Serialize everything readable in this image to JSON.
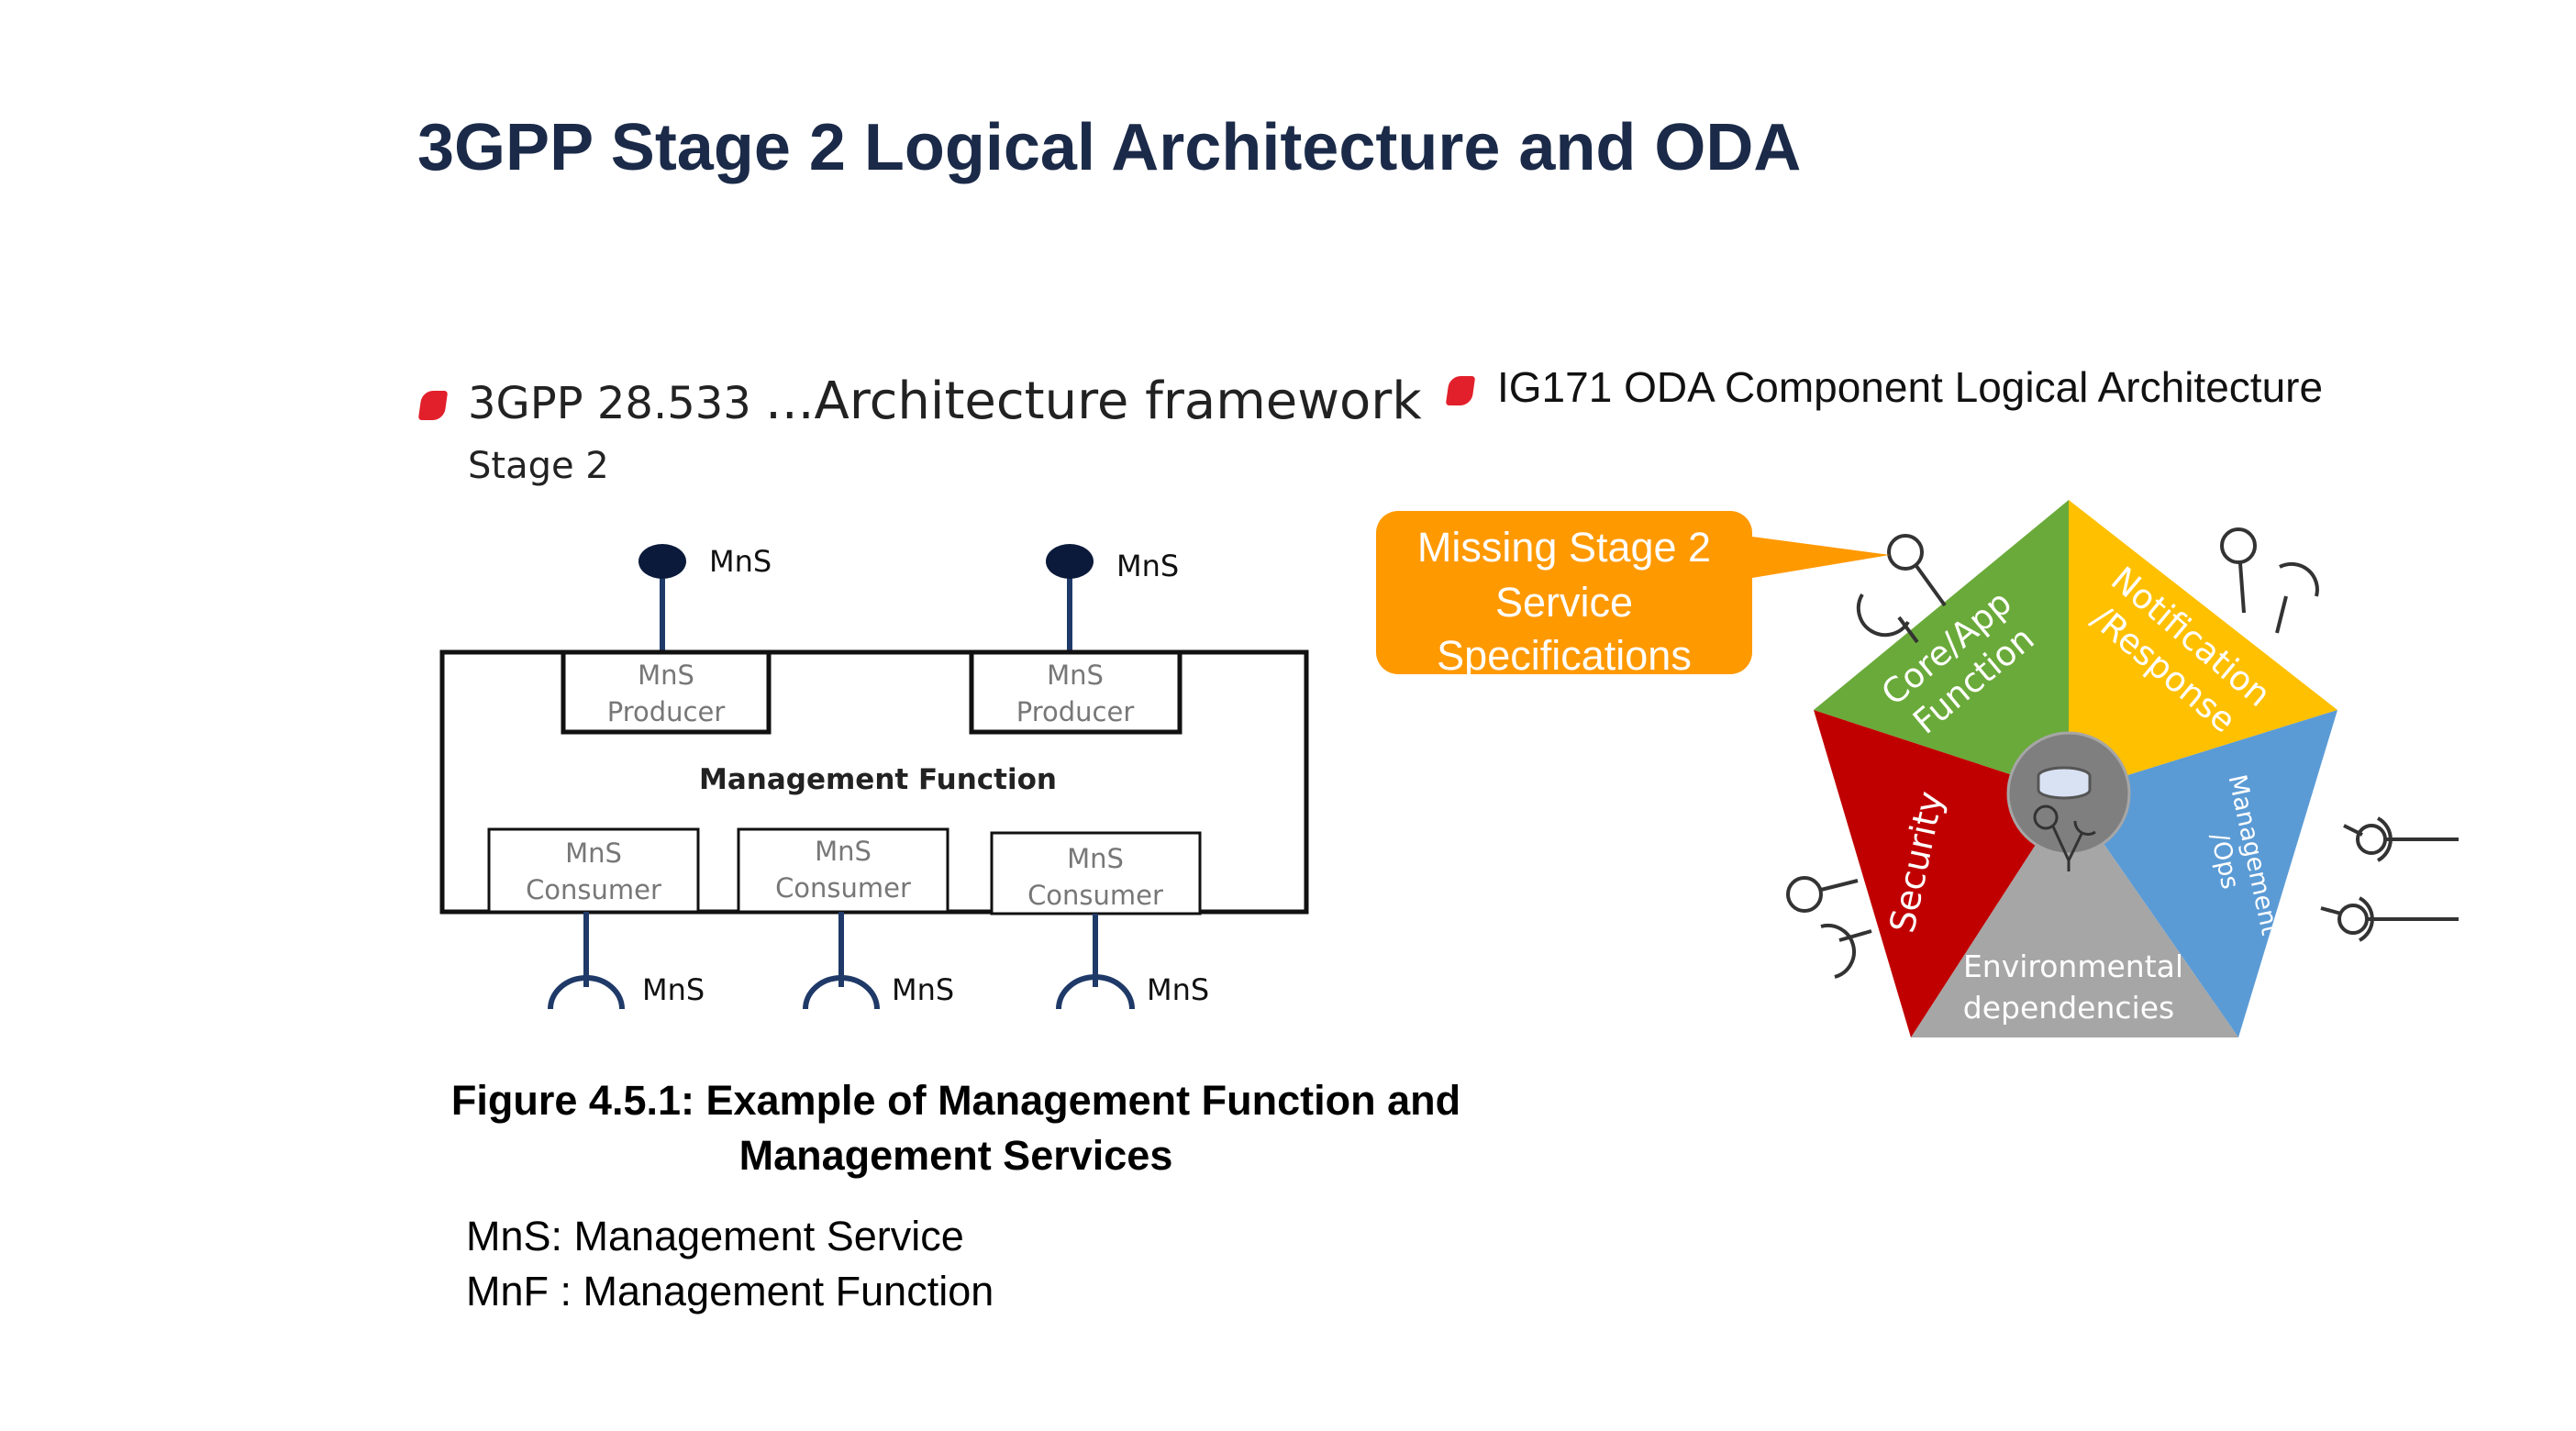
{
  "title": "3GPP Stage 2 Logical Architecture and ODA",
  "left": {
    "heading_prefix": "3GPP 28.533",
    "heading_main": "...Architecture framework",
    "heading_sub": "Stage 2",
    "diagram": {
      "mns_label": "MnS",
      "producer_line1": "MnS",
      "producer_line2": "Producer",
      "consumer_line1": "MnS",
      "consumer_line2": "Consumer",
      "function_label": "Management Function"
    },
    "caption": "Figure 4.5.1: Example of Management Function and Management Services",
    "legend": [
      "MnS: Management Service",
      "MnF : Management Function"
    ]
  },
  "right": {
    "heading": "IG171 ODA Component Logical Architecture",
    "callout": [
      "Missing Stage 2",
      "Service",
      "Specifications"
    ],
    "segments": {
      "core_line1": "Core/App",
      "core_line2": "Function",
      "notif_line1": "Notification",
      "notif_line2": "/Response",
      "mgmt_line1": "Management",
      "mgmt_line2": "/Ops",
      "security": "Security",
      "env_line1": "Environmental",
      "env_line2": "dependencies"
    }
  },
  "colors": {
    "title": "#1b2a48",
    "bullet": "#e2202b",
    "core": "#6aaa3a",
    "notification": "#ffc000",
    "management": "#5b9bd5",
    "security": "#c00000",
    "environment": "#a6a6a6",
    "callout": "#ff9900",
    "mns_dot": "#0b1a3a"
  },
  "icons": [
    "bullet-marker",
    "mns-producer-dot",
    "mns-consumer-socket",
    "ball-and-socket-connector",
    "database-icon"
  ]
}
